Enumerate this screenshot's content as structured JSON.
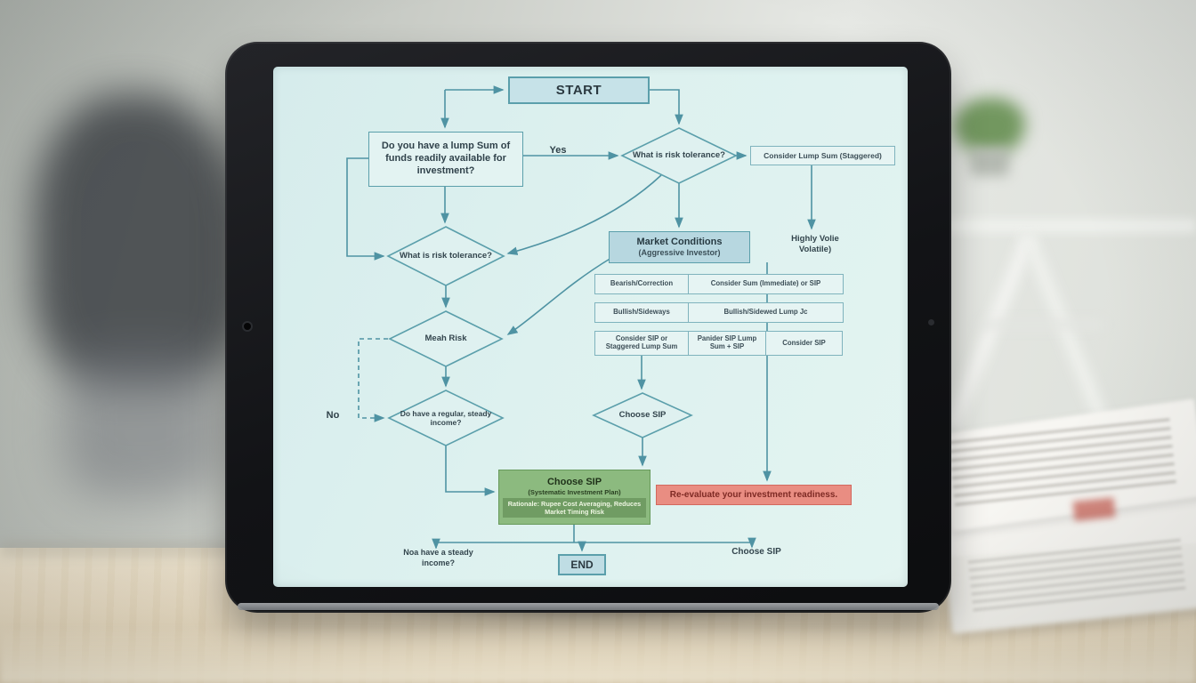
{
  "device": {
    "name": "tablet displaying investment flowchart"
  },
  "flowchart": {
    "start_label": "START",
    "lump_sum_question": "Do you have a lump Sum of funds readily available for investment?",
    "yes_label": "Yes",
    "no_label": "No",
    "risk_tolerance_top": "What is risk tolerance?",
    "consider_lump_staggered": "Consider Lump Sum (Staggered)",
    "market_conditions_title": "Market Conditions",
    "market_conditions_subtitle": "(Aggressive Investor)",
    "highly_volatile": "Highly Volie Volatile)",
    "table_rows": [
      [
        "Bearish/Correction",
        "Consider Sum (Immediate) or SIP"
      ],
      [
        "Bullish/Sideways",
        "Bullish/Sidewed Lump Jc"
      ],
      [
        "Consider SIP or Staggered Lump Sum",
        "Panider SIP Lump Sum + SIP",
        "Consider SIP"
      ]
    ],
    "risk_tolerance_left": "What is risk tolerance?",
    "medium_risk": "Meah Risk",
    "income_question": "Do have a regular, steady income?",
    "choose_sip_diamond": "Choose SIP",
    "choose_sip_title": "Choose SIP",
    "choose_sip_subtitle": "(Systematic Investment Plan)",
    "choose_sip_rationale": "Rationale: Rupee Cost Averaging, Reduces Market Timing Risk",
    "reevaluate_label": "Re-evaluate your investment readiness.",
    "bottom_left_note": "Noa have a steady income?",
    "end_label": "END",
    "bottom_right_note": "Choose SIP",
    "colors": {
      "accent_teal": "#4f93a3",
      "node_fill": "#e3f3f2",
      "market_fill": "#b7d7e0",
      "sip_green": "#8cba7f",
      "alert_red": "#e98d82",
      "screen_bg": "#dcefee"
    }
  }
}
